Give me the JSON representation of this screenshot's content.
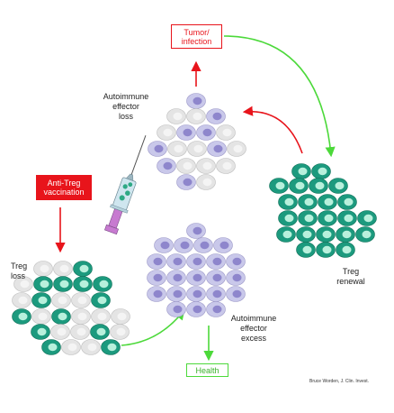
{
  "colors": {
    "red_arrow": "#e8141b",
    "green_arrow": "#4cd93a",
    "effector_fill": "#c9c8ea",
    "effector_nucleus": "#8e86cc",
    "treg_fill": "#1c9a7e",
    "treg_nucleus": "#b8f0dc",
    "depleted_fill": "#e4e4e4",
    "depleted_nucleus": "#f4f4f4",
    "syringe_body": "#cfe6ef",
    "syringe_plunger": "#c77ad0"
  },
  "boxes": {
    "tumor": "Tumor/\ninfection",
    "vaccination": "Anti-Treg\nvaccination",
    "health": "Health"
  },
  "labels": {
    "autoimmune_loss": "Autoimmune\neffector\nloss",
    "treg_renewal": "Treg\nrenewal",
    "treg_loss": "Treg\nloss",
    "autoimmune_excess": "Autoimmune\neffector\nexcess"
  },
  "credit": "Bruce Worden, J. Clin. Invest."
}
